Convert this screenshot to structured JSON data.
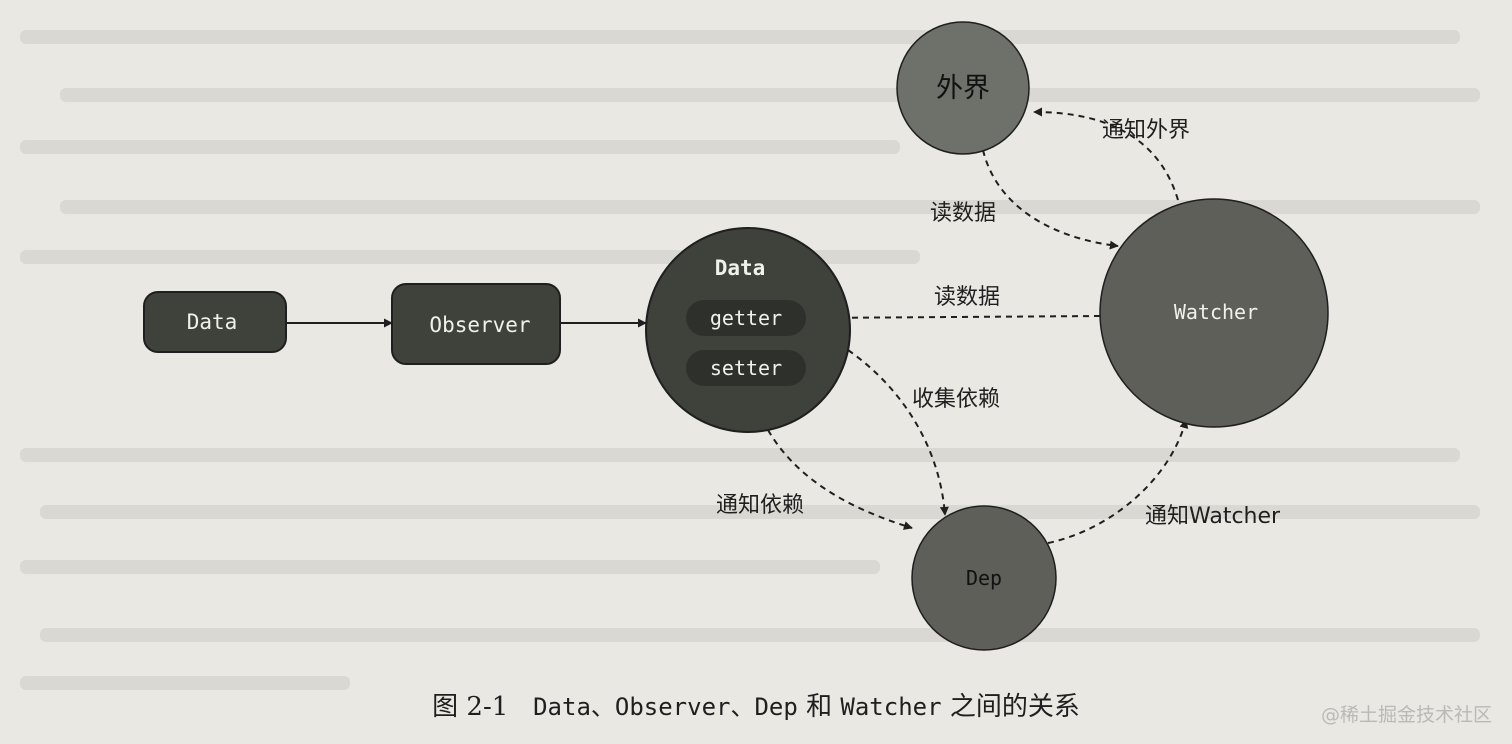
{
  "nodes": {
    "data_box": "Data",
    "observer_box": "Observer",
    "data_circle": "Data",
    "getter": "getter",
    "setter": "setter",
    "outside": "外界",
    "watcher": "Watcher",
    "dep": "Dep"
  },
  "edges": {
    "notify_outside": "通知外界",
    "read_data_top": "读数据",
    "read_data_mid": "读数据",
    "collect_deps": "收集依赖",
    "notify_deps": "通知依赖",
    "notify_watcher": "通知Watcher"
  },
  "caption": {
    "figure_no": "图 2-1",
    "title_code": "Data、Observer、Dep",
    "title_and": "和",
    "title_code2": "Watcher",
    "title_rest": "之间的关系"
  },
  "watermark": "@稀土掘金技术社区",
  "colors": {
    "background": "#e9e8e3",
    "dark_node": "#3f423b",
    "mid_node": "#5d5f58",
    "light_node": "#6e716a",
    "pill": "#2e302b",
    "node_text": "#f1f1ec",
    "line": "#1f1f1f"
  }
}
